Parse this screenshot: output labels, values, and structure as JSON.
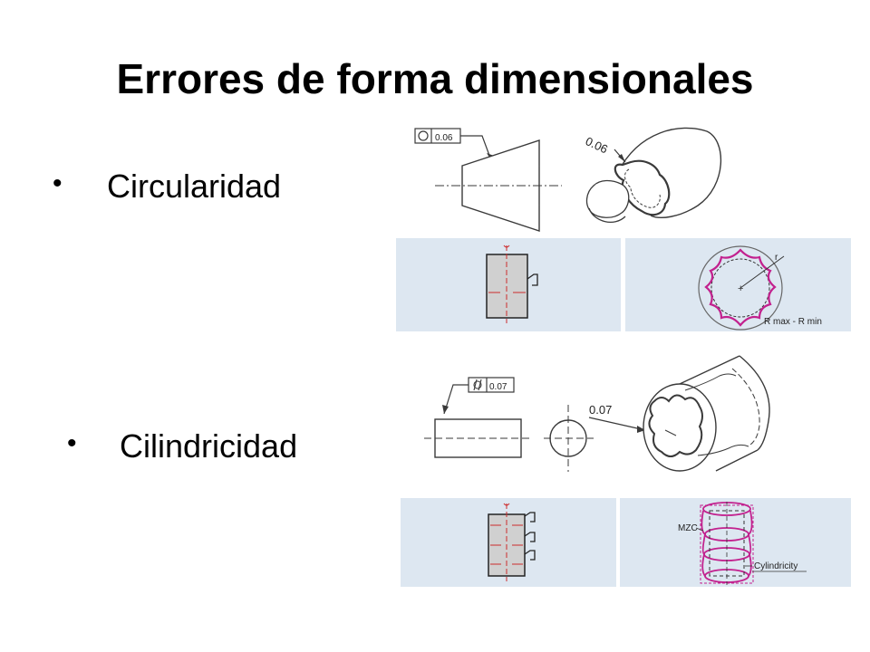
{
  "slide": {
    "title": "Errores de forma dimensionales",
    "bullets": [
      {
        "text": "Circularidad"
      },
      {
        "text": "Cilindricidad"
      }
    ]
  },
  "figures": {
    "circularity": {
      "tolerance_value": "0.06",
      "callout_value": "0.06",
      "radius_label": "r",
      "range_label": "R max - R min",
      "symbol": "circle-symbol-icon"
    },
    "cylindricity": {
      "tolerance_value": "0.07",
      "callout_value": "0.07",
      "zone_label": "MZC",
      "result_label": "Cylindricity",
      "symbol": "cylindricity-symbol-icon"
    }
  },
  "colors": {
    "panel_bg": "#dde7f1",
    "magenta": "#c2218e",
    "red": "#cc2b2b",
    "line": "#3a3a3a",
    "part_fill": "#d0d0d0"
  }
}
